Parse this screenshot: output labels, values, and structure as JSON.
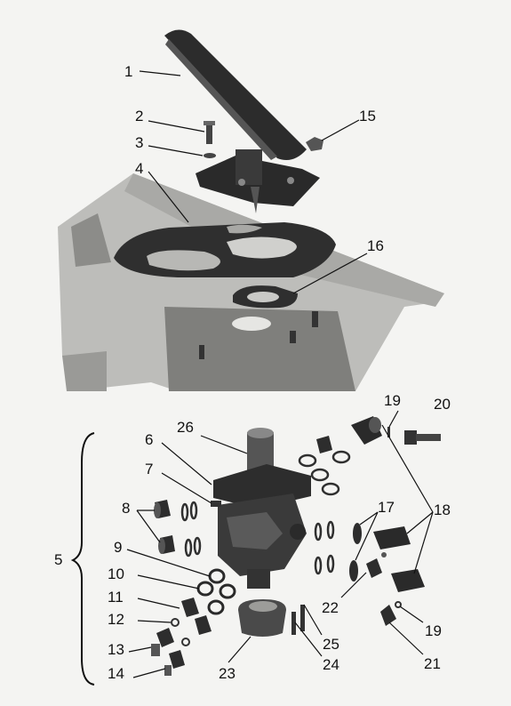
{
  "callouts": {
    "c1": "1",
    "c2": "2",
    "c3": "3",
    "c4": "4",
    "c5": "5",
    "c6": "6",
    "c7": "7",
    "c8": "8",
    "c9": "9",
    "c10": "10",
    "c11": "11",
    "c12": "12",
    "c13": "13",
    "c14": "14",
    "c15": "15",
    "c16": "16",
    "c17": "17",
    "c18": "18",
    "c19a": "19",
    "c19b": "19",
    "c20": "20",
    "c21": "21",
    "c22": "22",
    "c23": "23",
    "c24": "24",
    "c25": "25",
    "c26": "26"
  },
  "colors": {
    "ink": "#111111",
    "part_dark": "#2f2f2f",
    "part_mid": "#6b6b6b",
    "cab_floor": "#b9b9b6",
    "cab_shadow": "#8a8a87",
    "background": "#f4f4f2"
  }
}
